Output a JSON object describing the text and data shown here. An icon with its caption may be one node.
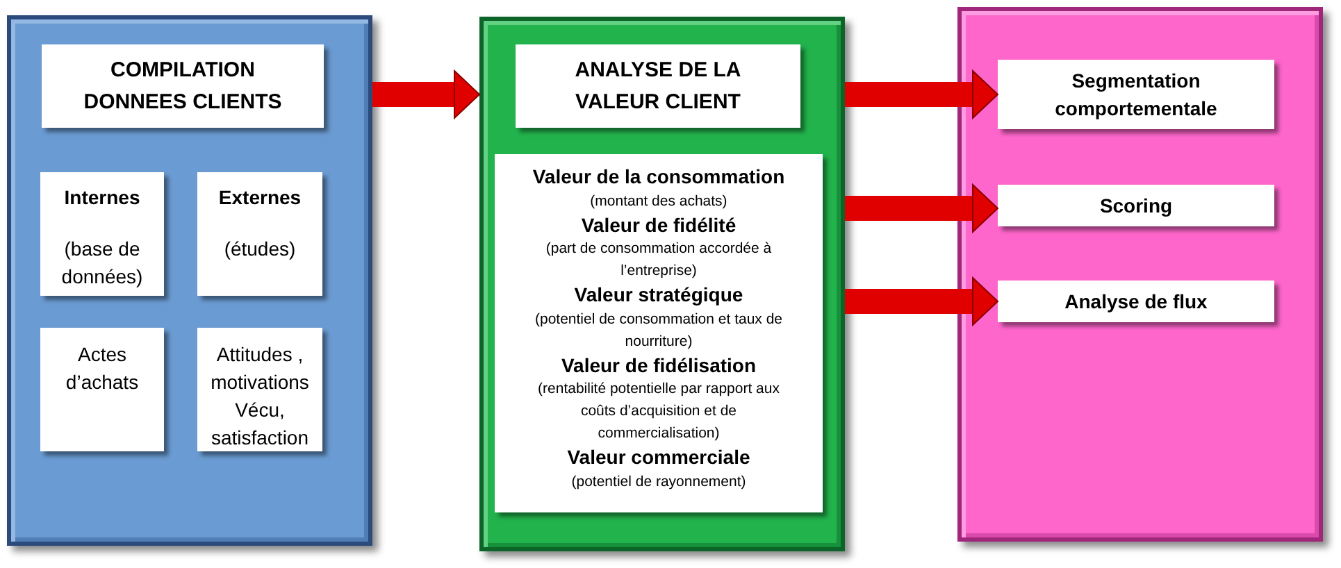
{
  "diagram": {
    "nodes": [
      {
        "text": [],
        "shape": "box"
      },
      {
        "text": [
          "COMPILATION DONNEES CLIENTS"
        ],
        "in": 0
      },
      {
        "text": [
          "Internes",
          "(base de données)"
        ],
        "in": 0
      },
      {
        "text": [
          "Externes",
          "(études)"
        ],
        "in": 0
      },
      {
        "text": [
          "Actes d’achats"
        ],
        "in": 0
      },
      {
        "text": [
          "Attitudes , motivations Vécu, satisfaction"
        ],
        "in": 0
      },
      {
        "text": [],
        "shape": "box"
      },
      {
        "text": [
          "ANALYSE DE LA VALEUR CLIENT"
        ],
        "in": 6
      },
      {
        "text": [
          "Valeur de la consommation",
          "(montant des achats)",
          "Valeur de fidélité",
          "(part de consommation accordée à l’entreprise)",
          "Valeur stratégique",
          "(potentiel de consommation et taux de nourriture)",
          "Valeur de fidélisation",
          "(rentabilité potentielle par rapport aux coûts d’acquisition et de commercialisation)",
          "Valeur commerciale",
          "(potentiel de rayonnement)"
        ],
        "in": 6
      },
      {
        "text": [],
        "shape": "box"
      },
      {
        "text": [
          "Segmentation comportementale"
        ],
        "in": 9
      },
      {
        "text": [
          "Scoring"
        ],
        "in": 9
      },
      {
        "text": [
          "Analyse de flux"
        ],
        "in": 9
      }
    ],
    "edges": [
      {
        "from": 0,
        "to": 6,
        "arrow": "to"
      },
      {
        "from": 6,
        "to": 10,
        "arrow": "to"
      },
      {
        "from": 6,
        "to": 11,
        "arrow": "to"
      },
      {
        "from": 6,
        "to": 12,
        "arrow": "to"
      }
    ]
  }
}
